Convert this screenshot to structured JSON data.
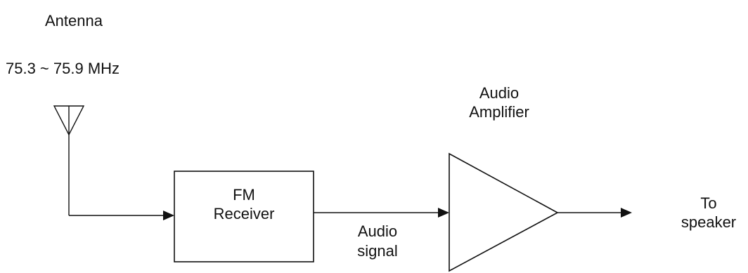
{
  "antenna": {
    "label": "Antenna",
    "frequency": "75.3 ~ 75.9 MHz"
  },
  "receiver": {
    "line1": "FM",
    "line2": "Receiver"
  },
  "signal": {
    "line1": "Audio",
    "line2": "signal"
  },
  "amplifier": {
    "line1": "Audio",
    "line2": "Amplifier"
  },
  "output": {
    "line1": "To",
    "line2": "speaker"
  },
  "colors": {
    "line": "#111111",
    "background": "#ffffff"
  }
}
